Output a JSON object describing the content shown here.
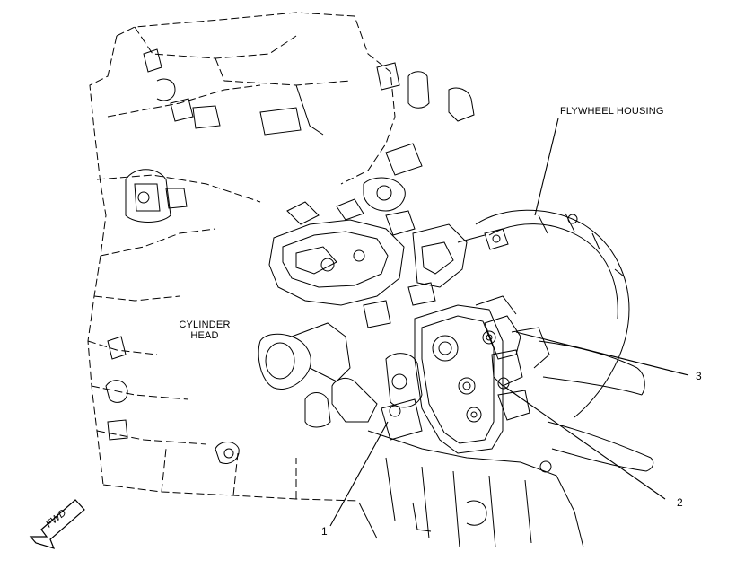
{
  "labels": {
    "flywheel_housing": "FLYWHEEL HOUSING",
    "cylinder_head_line1": "CYLINDER",
    "cylinder_head_line2": "HEAD",
    "callout_1": "1",
    "callout_2": "2",
    "callout_3": "3",
    "fwd": "FWD"
  },
  "colors": {
    "ink": "#000000",
    "background": "#ffffff"
  }
}
